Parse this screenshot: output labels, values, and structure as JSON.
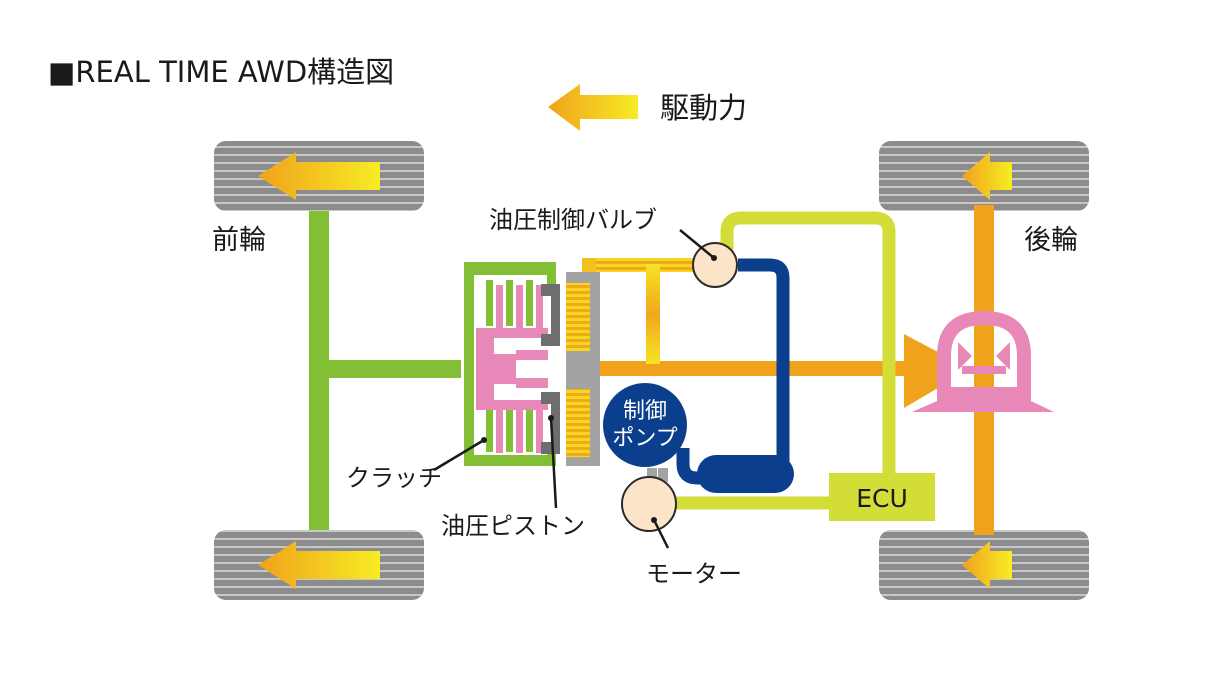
{
  "title": "■REAL TIME AWD構造図",
  "legend": {
    "label": "駆動力"
  },
  "labels": {
    "front_wheels": "前輪",
    "rear_wheels": "後輪",
    "valve": "油圧制御バルブ",
    "clutch": "クラッチ",
    "piston": "油圧ピストン",
    "pump_line1": "制御",
    "pump_line2": "ポンプ",
    "motor": "モーター",
    "ecu": "ECU"
  },
  "colors": {
    "green": "#82bf35",
    "orange": "#f0a21c",
    "yellow_start": "#f0a21c",
    "yellow_end": "#f7ec24",
    "lime": "#d3dd38",
    "navy": "#0b3f8e",
    "pink": "#e888b8",
    "tire": "#8c8c8c",
    "tire_groove": "#c7c7c7",
    "circle_fill": "#fbe4c8",
    "grey": "#a3a3a3"
  }
}
